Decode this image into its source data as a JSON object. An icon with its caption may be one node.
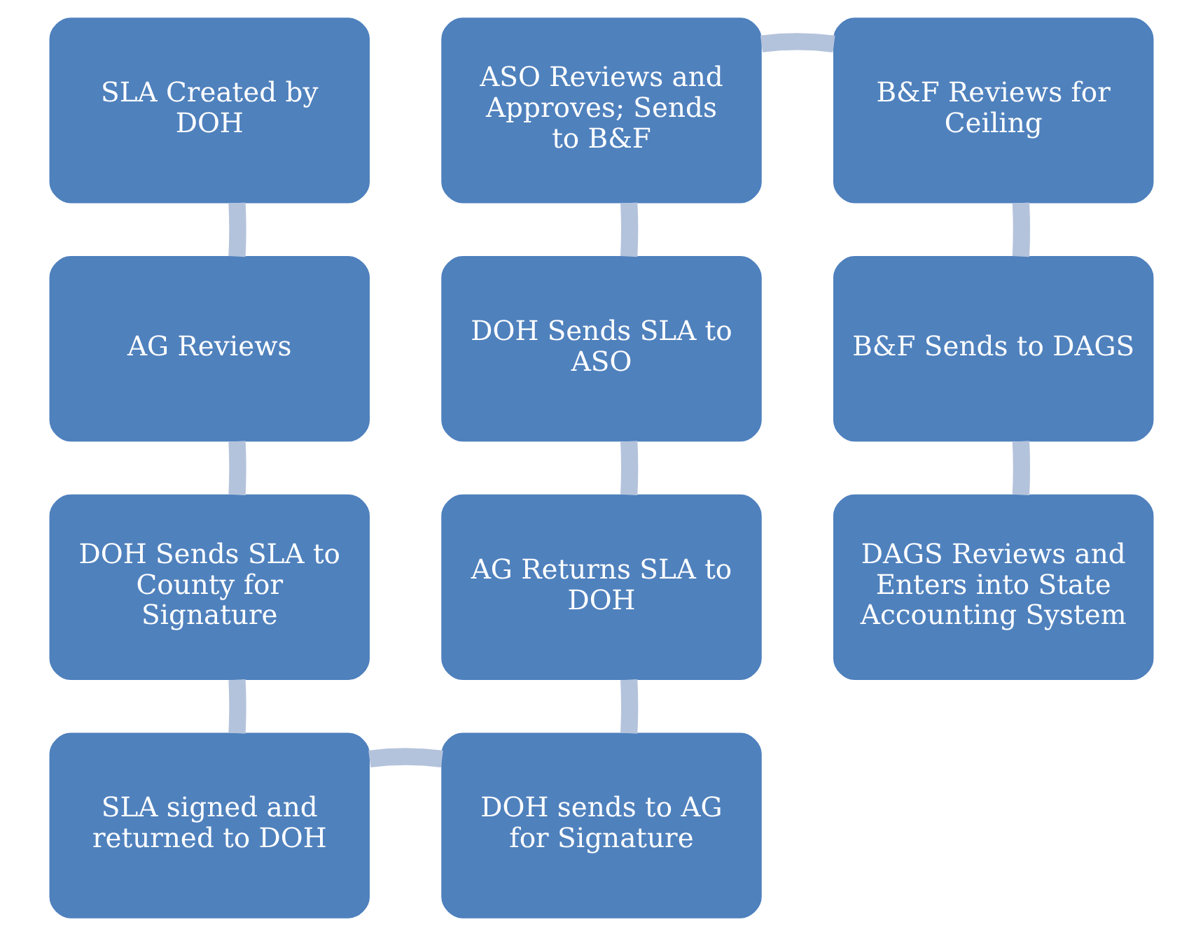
{
  "diagram": {
    "nodes": [
      {
        "text": [
          "SLA Created by DOH"
        ]
      },
      {
        "text": [
          "AG Reviews"
        ]
      },
      {
        "text": [
          "DOH Sends SLA to County for Signature"
        ]
      },
      {
        "text": [
          "SLA signed and returned to DOH"
        ]
      },
      {
        "text": [
          "DOH sends to AG for Signature"
        ]
      },
      {
        "text": [
          "AG Returns SLA to DOH"
        ]
      },
      {
        "text": [
          "DOH Sends SLA to ASO"
        ]
      },
      {
        "text": [
          "ASO Reviews and Approves; Sends to B&F"
        ]
      },
      {
        "text": [
          "B&F Reviews for Ceiling"
        ]
      },
      {
        "text": [
          "B&F Sends to DAGS"
        ]
      },
      {
        "text": [
          "DAGS Reviews and Enters into State Accounting System"
        ]
      }
    ],
    "edges": [
      {
        "from": 0,
        "to": 1,
        "arrow": "none"
      },
      {
        "from": 1,
        "to": 2,
        "arrow": "none"
      },
      {
        "from": 2,
        "to": 3,
        "arrow": "none"
      },
      {
        "from": 3,
        "to": 4,
        "arrow": "none"
      },
      {
        "from": 4,
        "to": 5,
        "arrow": "none"
      },
      {
        "from": 5,
        "to": 6,
        "arrow": "none"
      },
      {
        "from": 6,
        "to": 7,
        "arrow": "none"
      },
      {
        "from": 7,
        "to": 8,
        "arrow": "none"
      },
      {
        "from": 8,
        "to": 9,
        "arrow": "none"
      },
      {
        "from": 9,
        "to": 10,
        "arrow": "none"
      }
    ]
  }
}
